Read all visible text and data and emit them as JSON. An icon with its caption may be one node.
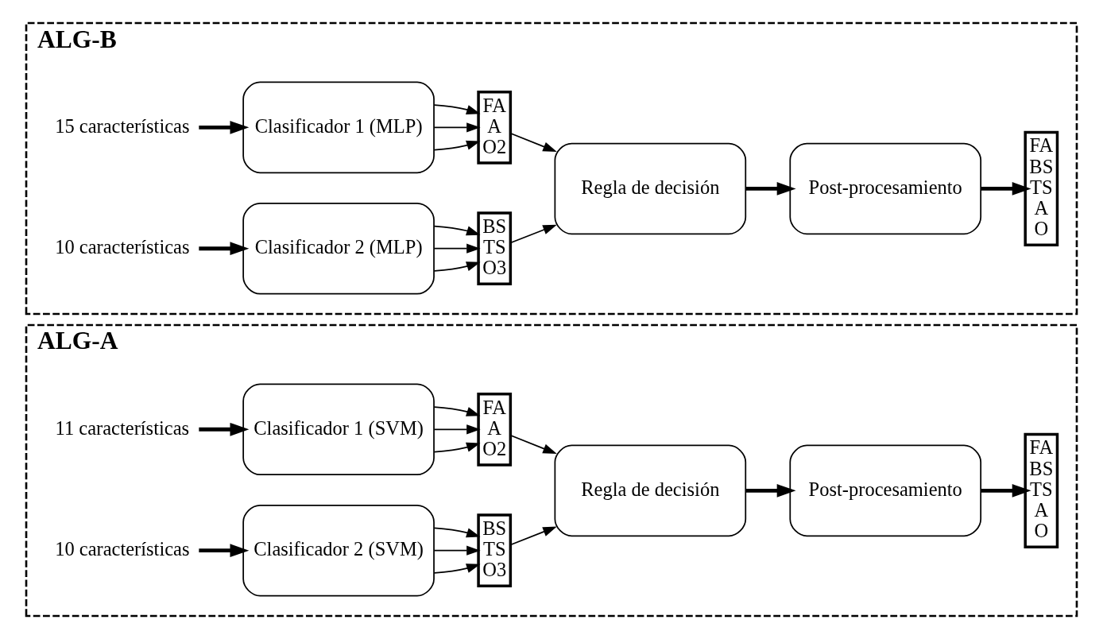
{
  "diagram": {
    "nodes": [
      {
        "text": [
          "ALG-A"
        ]
      },
      {
        "text": [
          "11 características"
        ],
        "in": 0
      },
      {
        "text": [
          "Clasificador 1 (SVM)"
        ],
        "in": 0
      },
      {
        "text": [
          "FA",
          "A",
          "O2"
        ],
        "in": 0
      },
      {
        "text": [
          "10 características"
        ],
        "in": 0
      },
      {
        "text": [
          "Clasificador 2 (SVM)"
        ],
        "in": 0
      },
      {
        "text": [
          "BS",
          "TS",
          "O3"
        ],
        "in": 0
      },
      {
        "text": [
          "Regla de decisión"
        ],
        "in": 0
      },
      {
        "text": [
          "Post-procesamiento"
        ],
        "in": 0
      },
      {
        "text": [
          "FA",
          "BS",
          "TS",
          "A",
          "O"
        ],
        "in": 0
      },
      {
        "text": [
          "ALG-B"
        ]
      },
      {
        "text": [
          "15 características"
        ],
        "in": 10
      },
      {
        "text": [
          "Clasificador 1 (MLP)"
        ],
        "in": 10
      },
      {
        "text": [
          "FA",
          "A",
          "O2"
        ],
        "in": 10
      },
      {
        "text": [
          "10 características"
        ],
        "in": 10
      },
      {
        "text": [
          "Clasificador 2 (MLP)"
        ],
        "in": 10
      },
      {
        "text": [
          "BS",
          "TS",
          "O3"
        ],
        "in": 10
      },
      {
        "text": [
          "Regla de decisión"
        ],
        "in": 10
      },
      {
        "text": [
          "Post-procesamiento"
        ],
        "in": 10
      },
      {
        "text": [
          "FA",
          "BS",
          "TS",
          "A",
          "O"
        ],
        "in": 10
      }
    ],
    "edges": [
      {
        "from": 1,
        "to": 2,
        "arrow": "to",
        "style": "thick"
      },
      {
        "from": 2,
        "to": 3,
        "arrow": "to"
      },
      {
        "from": 2,
        "to": 3,
        "arrow": "to"
      },
      {
        "from": 2,
        "to": 3,
        "arrow": "to"
      },
      {
        "from": 4,
        "to": 5,
        "arrow": "to",
        "style": "thick"
      },
      {
        "from": 5,
        "to": 6,
        "arrow": "to"
      },
      {
        "from": 5,
        "to": 6,
        "arrow": "to"
      },
      {
        "from": 5,
        "to": 6,
        "arrow": "to"
      },
      {
        "from": 3,
        "to": 7,
        "arrow": "to"
      },
      {
        "from": 6,
        "to": 7,
        "arrow": "to"
      },
      {
        "from": 7,
        "to": 8,
        "arrow": "to",
        "style": "thick"
      },
      {
        "from": 8,
        "to": 9,
        "arrow": "to",
        "style": "thick"
      },
      {
        "from": 11,
        "to": 12,
        "arrow": "to",
        "style": "thick"
      },
      {
        "from": 12,
        "to": 13,
        "arrow": "to"
      },
      {
        "from": 12,
        "to": 13,
        "arrow": "to"
      },
      {
        "from": 12,
        "to": 13,
        "arrow": "to"
      },
      {
        "from": 14,
        "to": 15,
        "arrow": "to",
        "style": "thick"
      },
      {
        "from": 15,
        "to": 16,
        "arrow": "to"
      },
      {
        "from": 15,
        "to": 16,
        "arrow": "to"
      },
      {
        "from": 15,
        "to": 16,
        "arrow": "to"
      },
      {
        "from": 13,
        "to": 17,
        "arrow": "to"
      },
      {
        "from": 16,
        "to": 17,
        "arrow": "to"
      },
      {
        "from": 17,
        "to": 18,
        "arrow": "to",
        "style": "thick"
      },
      {
        "from": 18,
        "to": 19,
        "arrow": "to",
        "style": "thick"
      }
    ]
  }
}
